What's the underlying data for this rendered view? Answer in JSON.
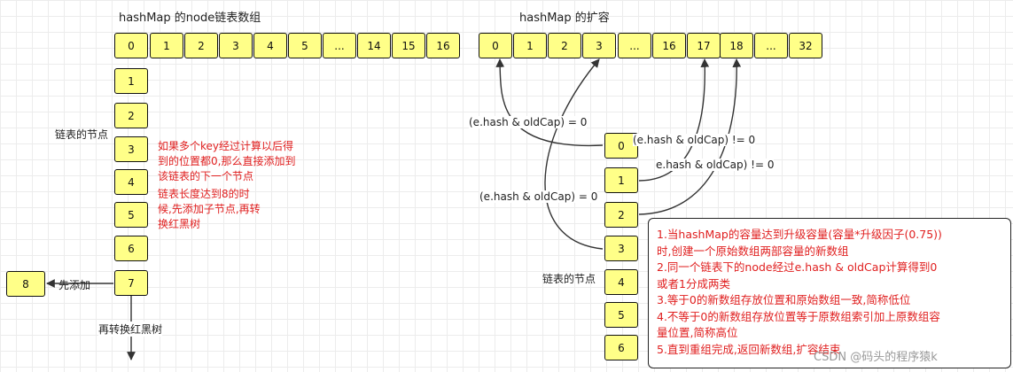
{
  "left_title": "hashMap 的node链表数组",
  "right_title": "hashMap 的扩容",
  "left_array": [
    "0",
    "1",
    "2",
    "3",
    "4",
    "5",
    "...",
    "14",
    "15",
    "16"
  ],
  "left_chain": [
    "1",
    "2",
    "3",
    "4",
    "5",
    "6",
    "7"
  ],
  "left_overflow_node": "8",
  "label_linked_nodes": "链表的节点",
  "label_add_first": "先添加",
  "label_convert_tree": "再转换红黑树",
  "note_same_index": [
    "如果多个key经过计算以后得",
    "到的位置都0,那么直接添加到",
    "该链表的下一个节点"
  ],
  "note_length_eight": [
    "链表长度达到8的时",
    "候,先添加子节点,再转",
    "换红黑树"
  ],
  "right_array": [
    "0",
    "1",
    "2",
    "3",
    "...",
    "16",
    "17",
    "18",
    "...",
    "32"
  ],
  "right_chain": [
    "0",
    "1",
    "2",
    "3",
    "4",
    "5",
    "6"
  ],
  "cond_eq_0_a": "(e.hash & oldCap) = 0",
  "cond_neq_0_a": "(e.hash & oldCap) != 0",
  "cond_neq_0_b": "e.hash & oldCap) != 0",
  "cond_eq_0_b": "(e.hash & oldCap) = 0",
  "right_label_linked_nodes": "链表的节点",
  "resize_notes": [
    "1.当hashMap的容量达到升级容量(容量*升级因子(0.75))",
    "时,创建一个原始数组两部容量的新数组",
    "2.同一个链表下的node经过e.hash & oldCap计算得到0",
    "或者1分成两类",
    "3.等于0的新数组存放位置和原始数组一致,简称低位",
    "4.不等于0的新数组存放位置等于原数组索引加上原数组容",
    "量位置,简称高位",
    "5.直到重组完成,返回新数组,扩容结束"
  ],
  "watermark": "CSDN @码头的程序猿k",
  "colors": {
    "node_fill": "#ffff88",
    "note_text": "#e02020",
    "stroke": "#333333"
  }
}
